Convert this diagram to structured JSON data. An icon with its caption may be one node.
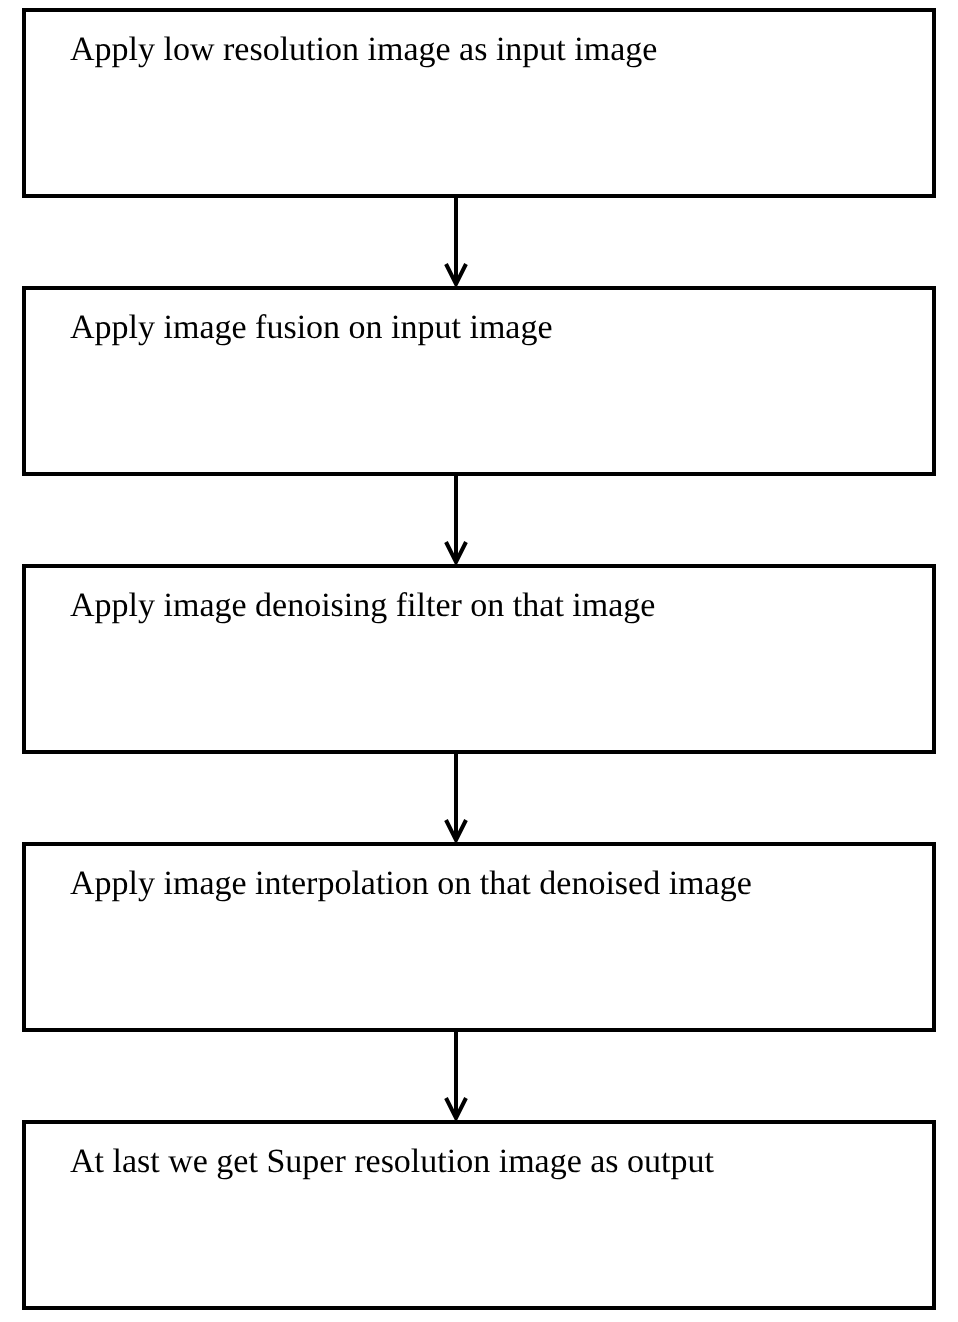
{
  "diagram": {
    "nodes": [
      {
        "text": [
          "Apply low resolution image as input image"
        ]
      },
      {
        "text": [
          "Apply image fusion on input image"
        ]
      },
      {
        "text": [
          "Apply image denoising filter on that image"
        ]
      },
      {
        "text": [
          "Apply image interpolation on that denoised image"
        ]
      },
      {
        "text": [
          "At last we get Super resolution image as output"
        ]
      }
    ],
    "edges": [
      {
        "from": 0,
        "to": 1,
        "arrow": "to"
      },
      {
        "from": 1,
        "to": 2,
        "arrow": "to"
      },
      {
        "from": 2,
        "to": 3,
        "arrow": "to"
      },
      {
        "from": 3,
        "to": 4,
        "arrow": "to"
      }
    ]
  }
}
